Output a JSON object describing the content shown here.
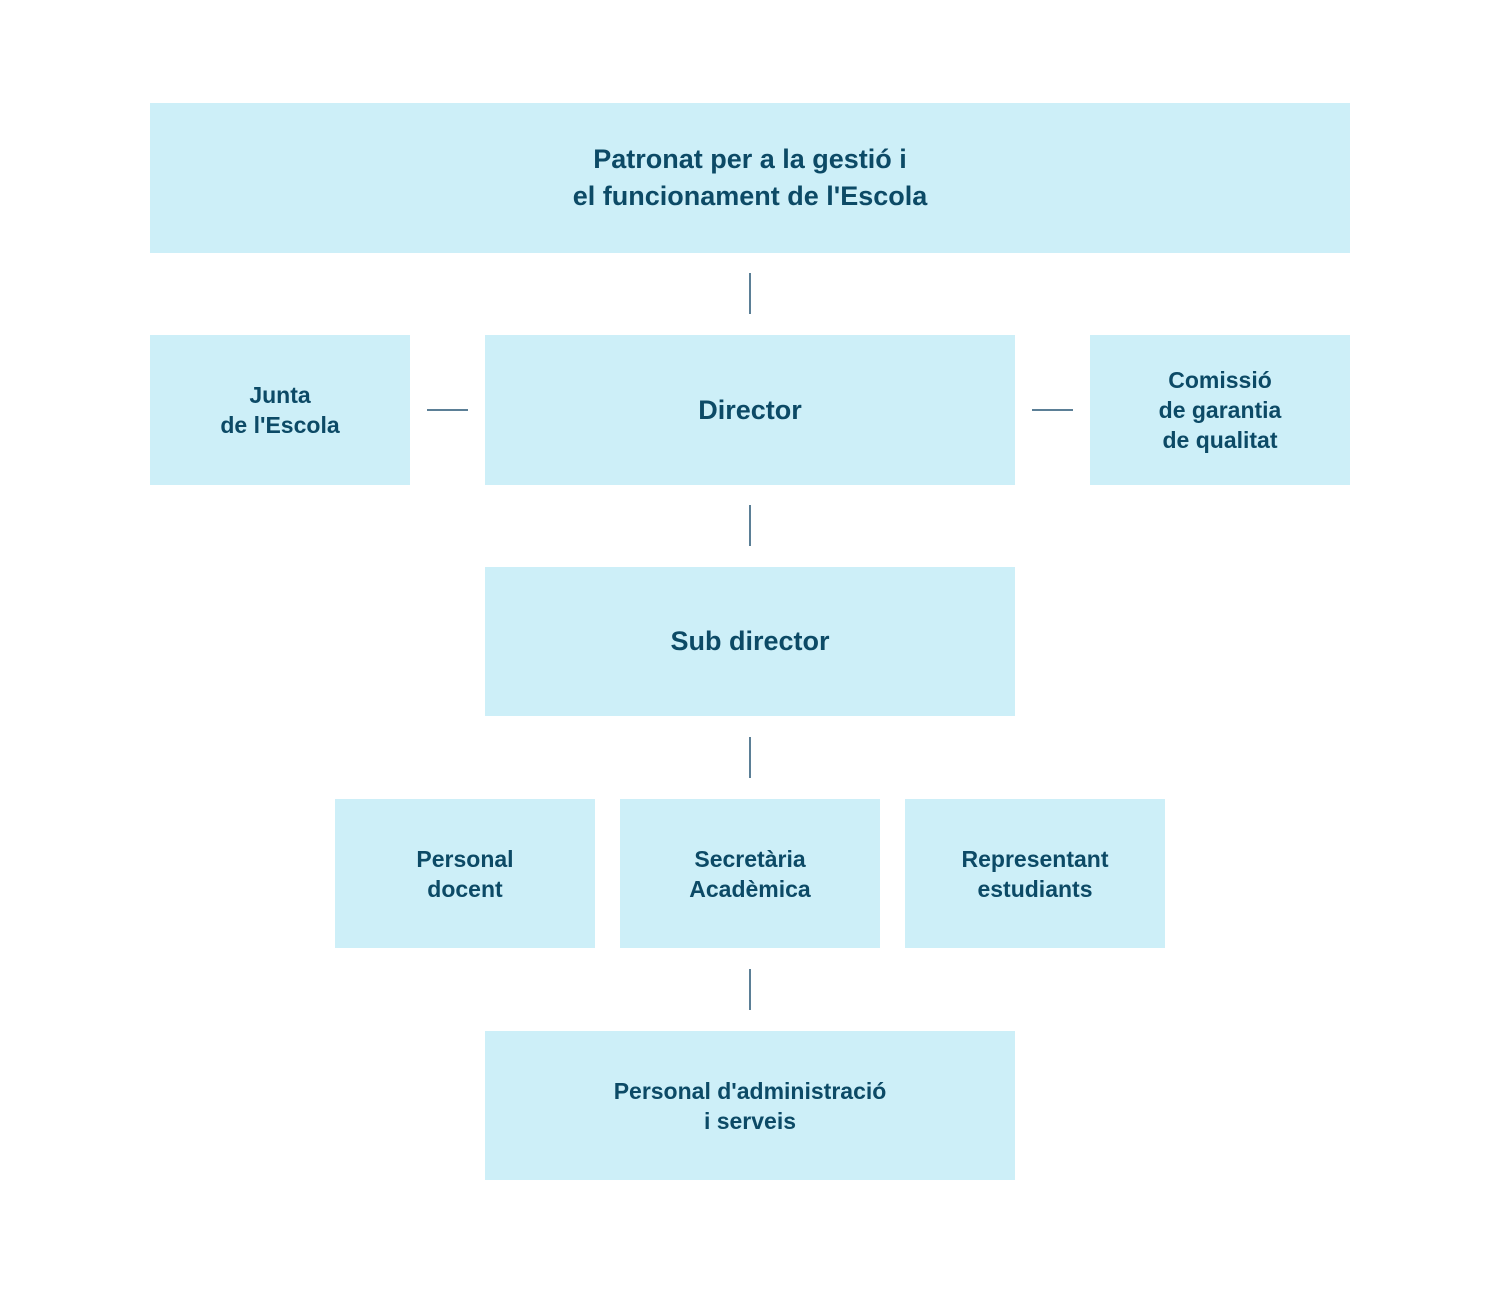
{
  "diagram": {
    "nodes": {
      "patronat": {
        "lines": [
          "Patronat per a la gestió i",
          "el funcionament de l'Escola"
        ]
      },
      "junta": {
        "lines": [
          "Junta",
          "de l'Escola"
        ]
      },
      "director": {
        "lines": [
          "Director"
        ]
      },
      "comissio": {
        "lines": [
          "Comissió",
          "de garantia",
          "de qualitat"
        ]
      },
      "subdirector": {
        "lines": [
          "Sub director"
        ]
      },
      "personal_docent": {
        "lines": [
          "Personal",
          "docent"
        ]
      },
      "secretaria": {
        "lines": [
          "Secretària",
          "Acadèmica"
        ]
      },
      "representant": {
        "lines": [
          "Representant",
          "estudiants"
        ]
      },
      "pas": {
        "lines": [
          "Personal d'administració",
          "i serveis"
        ]
      }
    },
    "connections": [
      {
        "from": "patronat",
        "to": "director"
      },
      {
        "from": "junta",
        "to": "director"
      },
      {
        "from": "director",
        "to": "comissio"
      },
      {
        "from": "director",
        "to": "subdirector"
      },
      {
        "from": "subdirector",
        "to": "secretaria"
      },
      {
        "from": "secretaria",
        "to": "pas"
      }
    ]
  },
  "colors": {
    "box_fill": "#cdeff8",
    "text": "#0c4a66",
    "connector": "#5b7f96"
  }
}
